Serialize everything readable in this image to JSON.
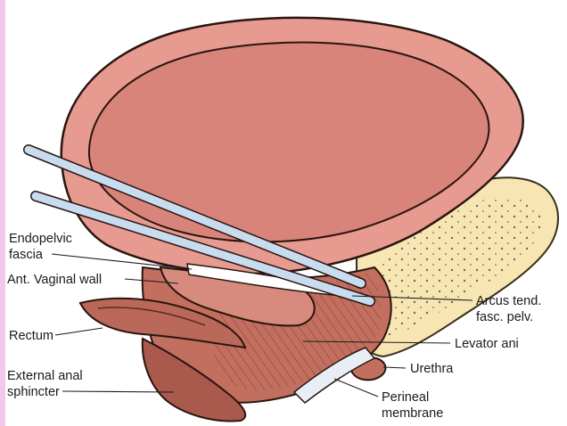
{
  "colors": {
    "edge_strip": "#f3c8e8",
    "bladder_outer": "#e79a8f",
    "bladder_inner": "#d9847a",
    "muscle": "#c26f5f",
    "muscle_dark": "#7a3a30",
    "bone": "#f7e5b4",
    "rod": "#c8dcf0",
    "ink": "#1a1a1a"
  },
  "labels": {
    "endopelvic_fascia_line1": "Endopelvic",
    "endopelvic_fascia_line2": "fascia",
    "ant_vaginal_wall": "Ant. Vaginal wall",
    "rectum": "Rectum",
    "external_anal_sphincter_line1": "External anal",
    "external_anal_sphincter_line2": "sphincter",
    "arcus_tend_line1": "Arcus tend.",
    "arcus_tend_line2": "fasc. pelv.",
    "levator_ani": "Levator ani",
    "urethra": "Urethra",
    "perineal_membrane_line1": "Perineal",
    "perineal_membrane_line2": "membrane"
  }
}
